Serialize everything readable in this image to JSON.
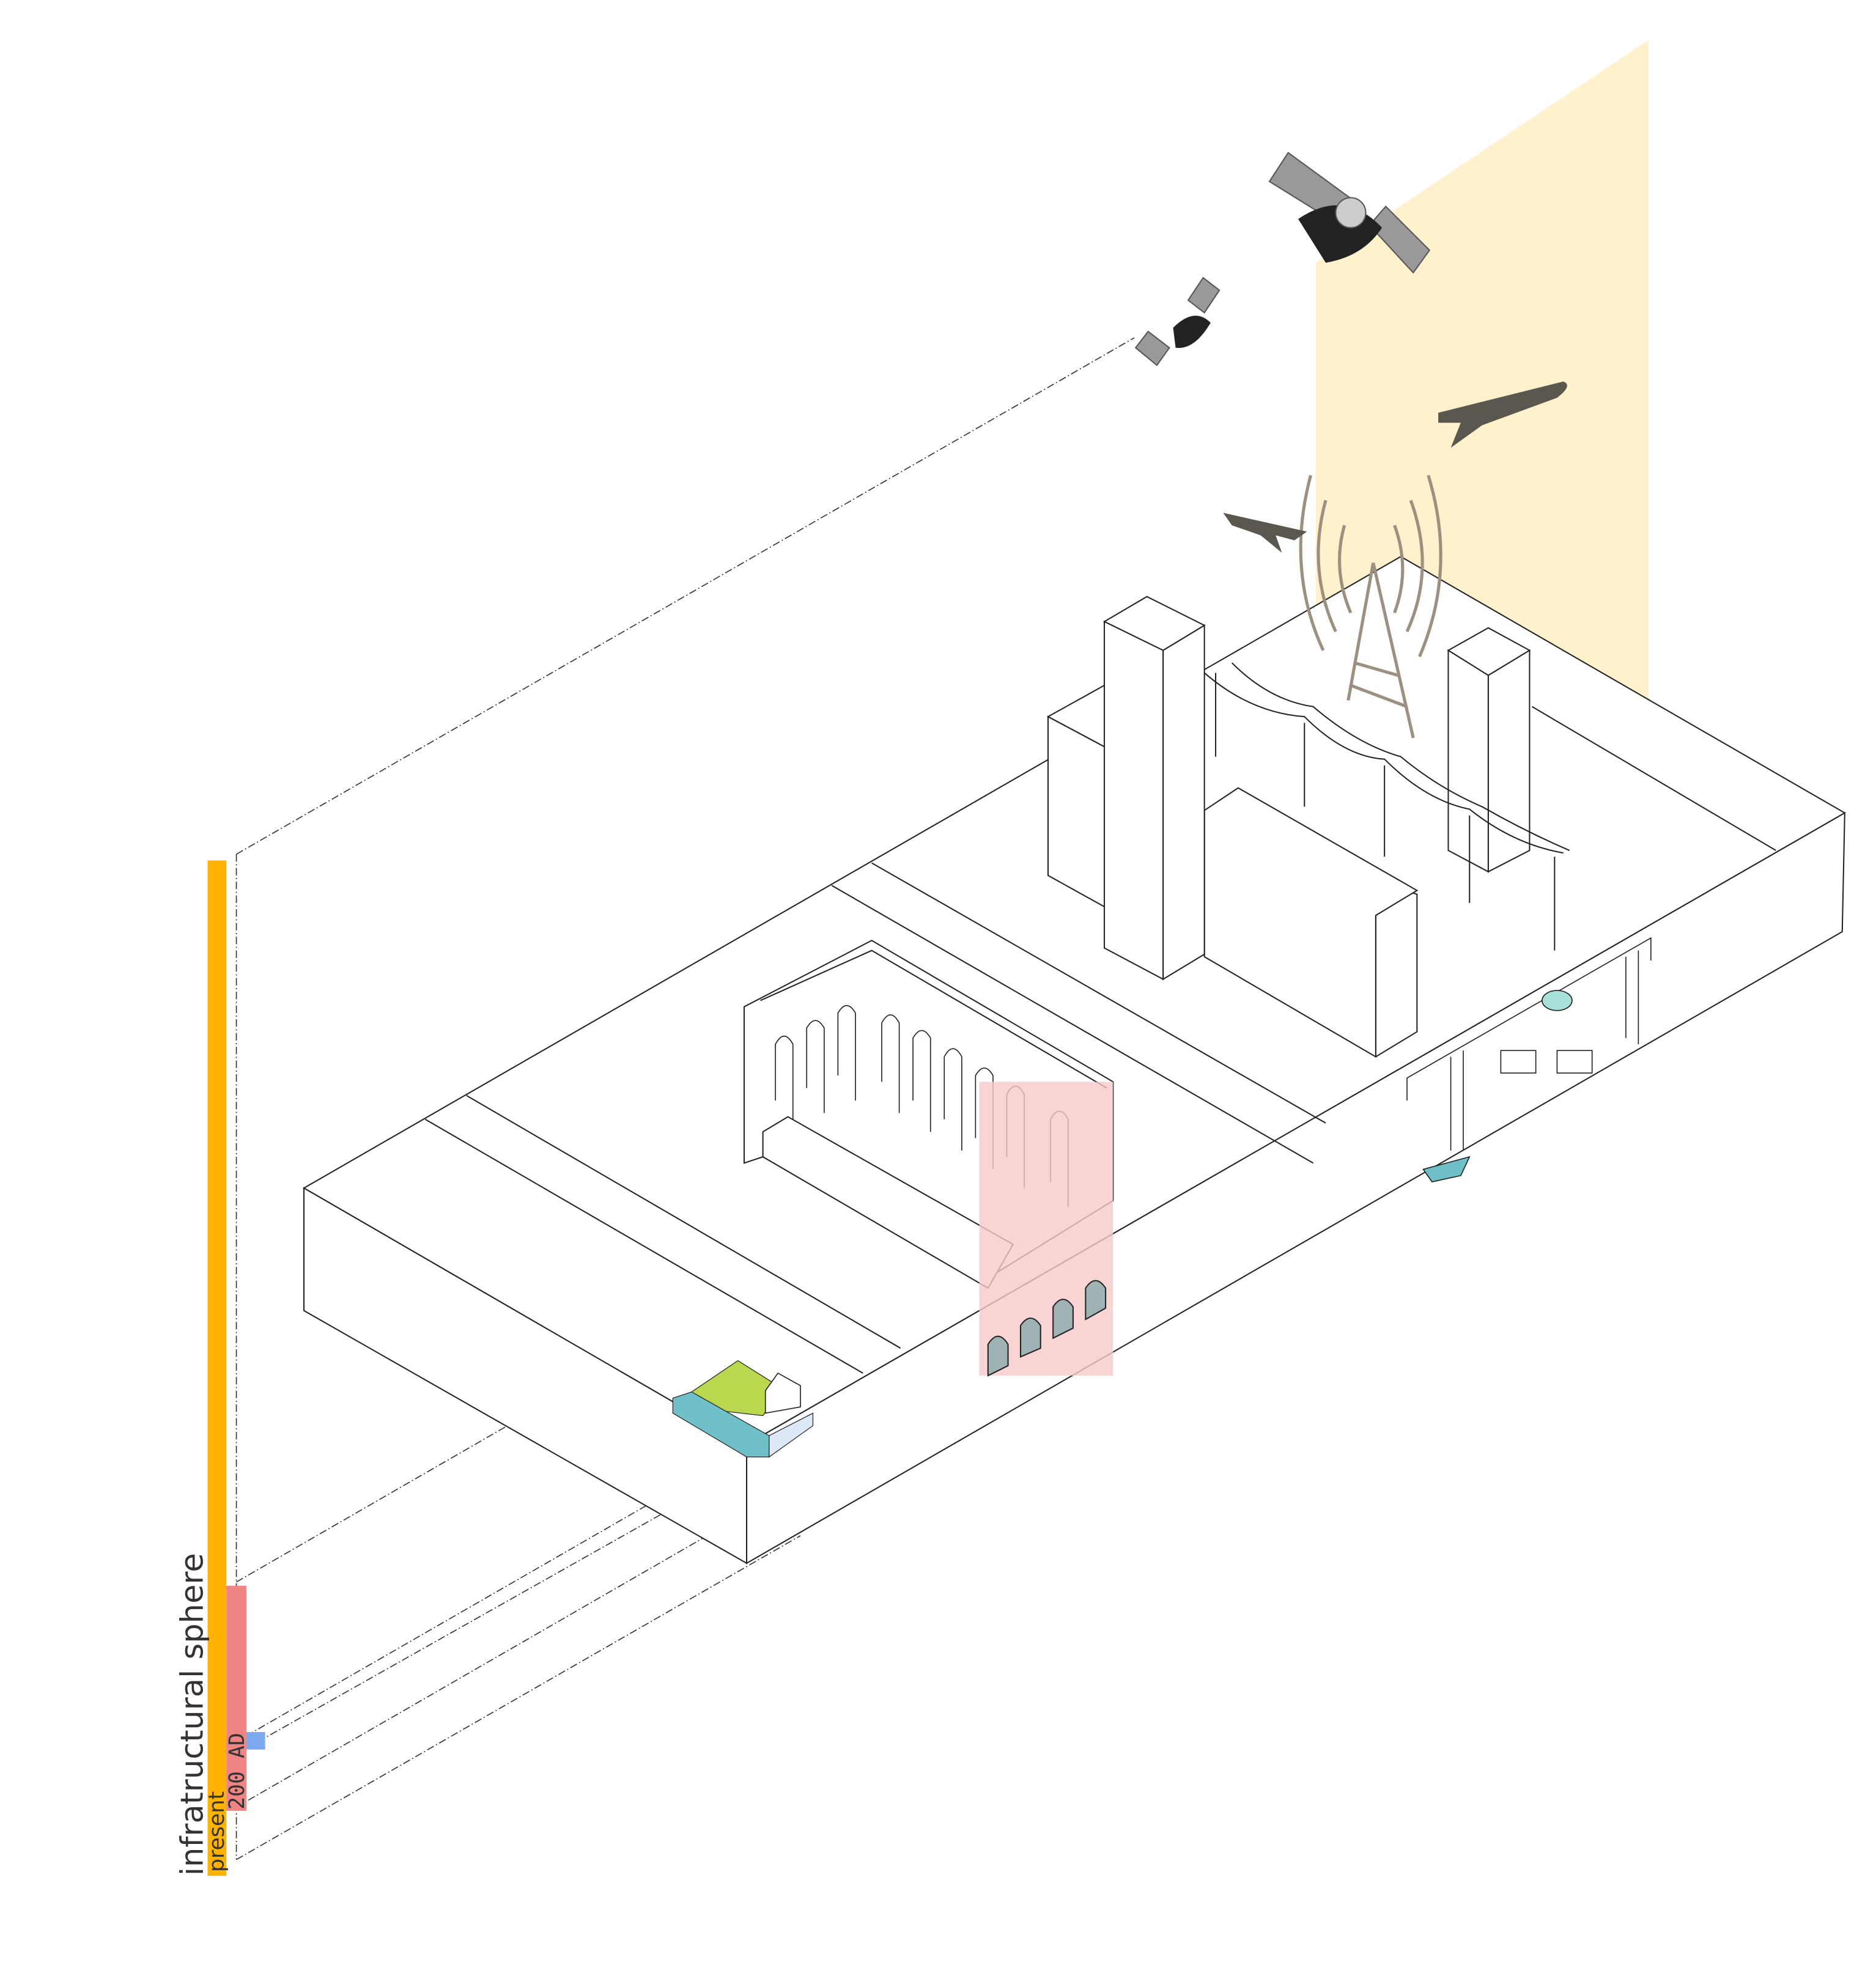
{
  "legend": {
    "title": "infratructural sphere",
    "present_label": "present",
    "ancient_label": "200 AD"
  },
  "colors": {
    "present_bar": "#FFB300",
    "ancient_bar": "#EF8484",
    "water_bar": "#7BAAEF",
    "sky_beam": "#FFF1CC",
    "roman_highlight": "#F7C9C9",
    "green_field": "#B9D84E",
    "teal_water": "#6FC0C8",
    "aircraft": "#5A574E"
  },
  "icons": [
    "satellite-icon",
    "airplane-icon",
    "radio-tower-icon",
    "cathedral-icon",
    "power-line-icon",
    "subway-train-icon",
    "house-icon"
  ]
}
